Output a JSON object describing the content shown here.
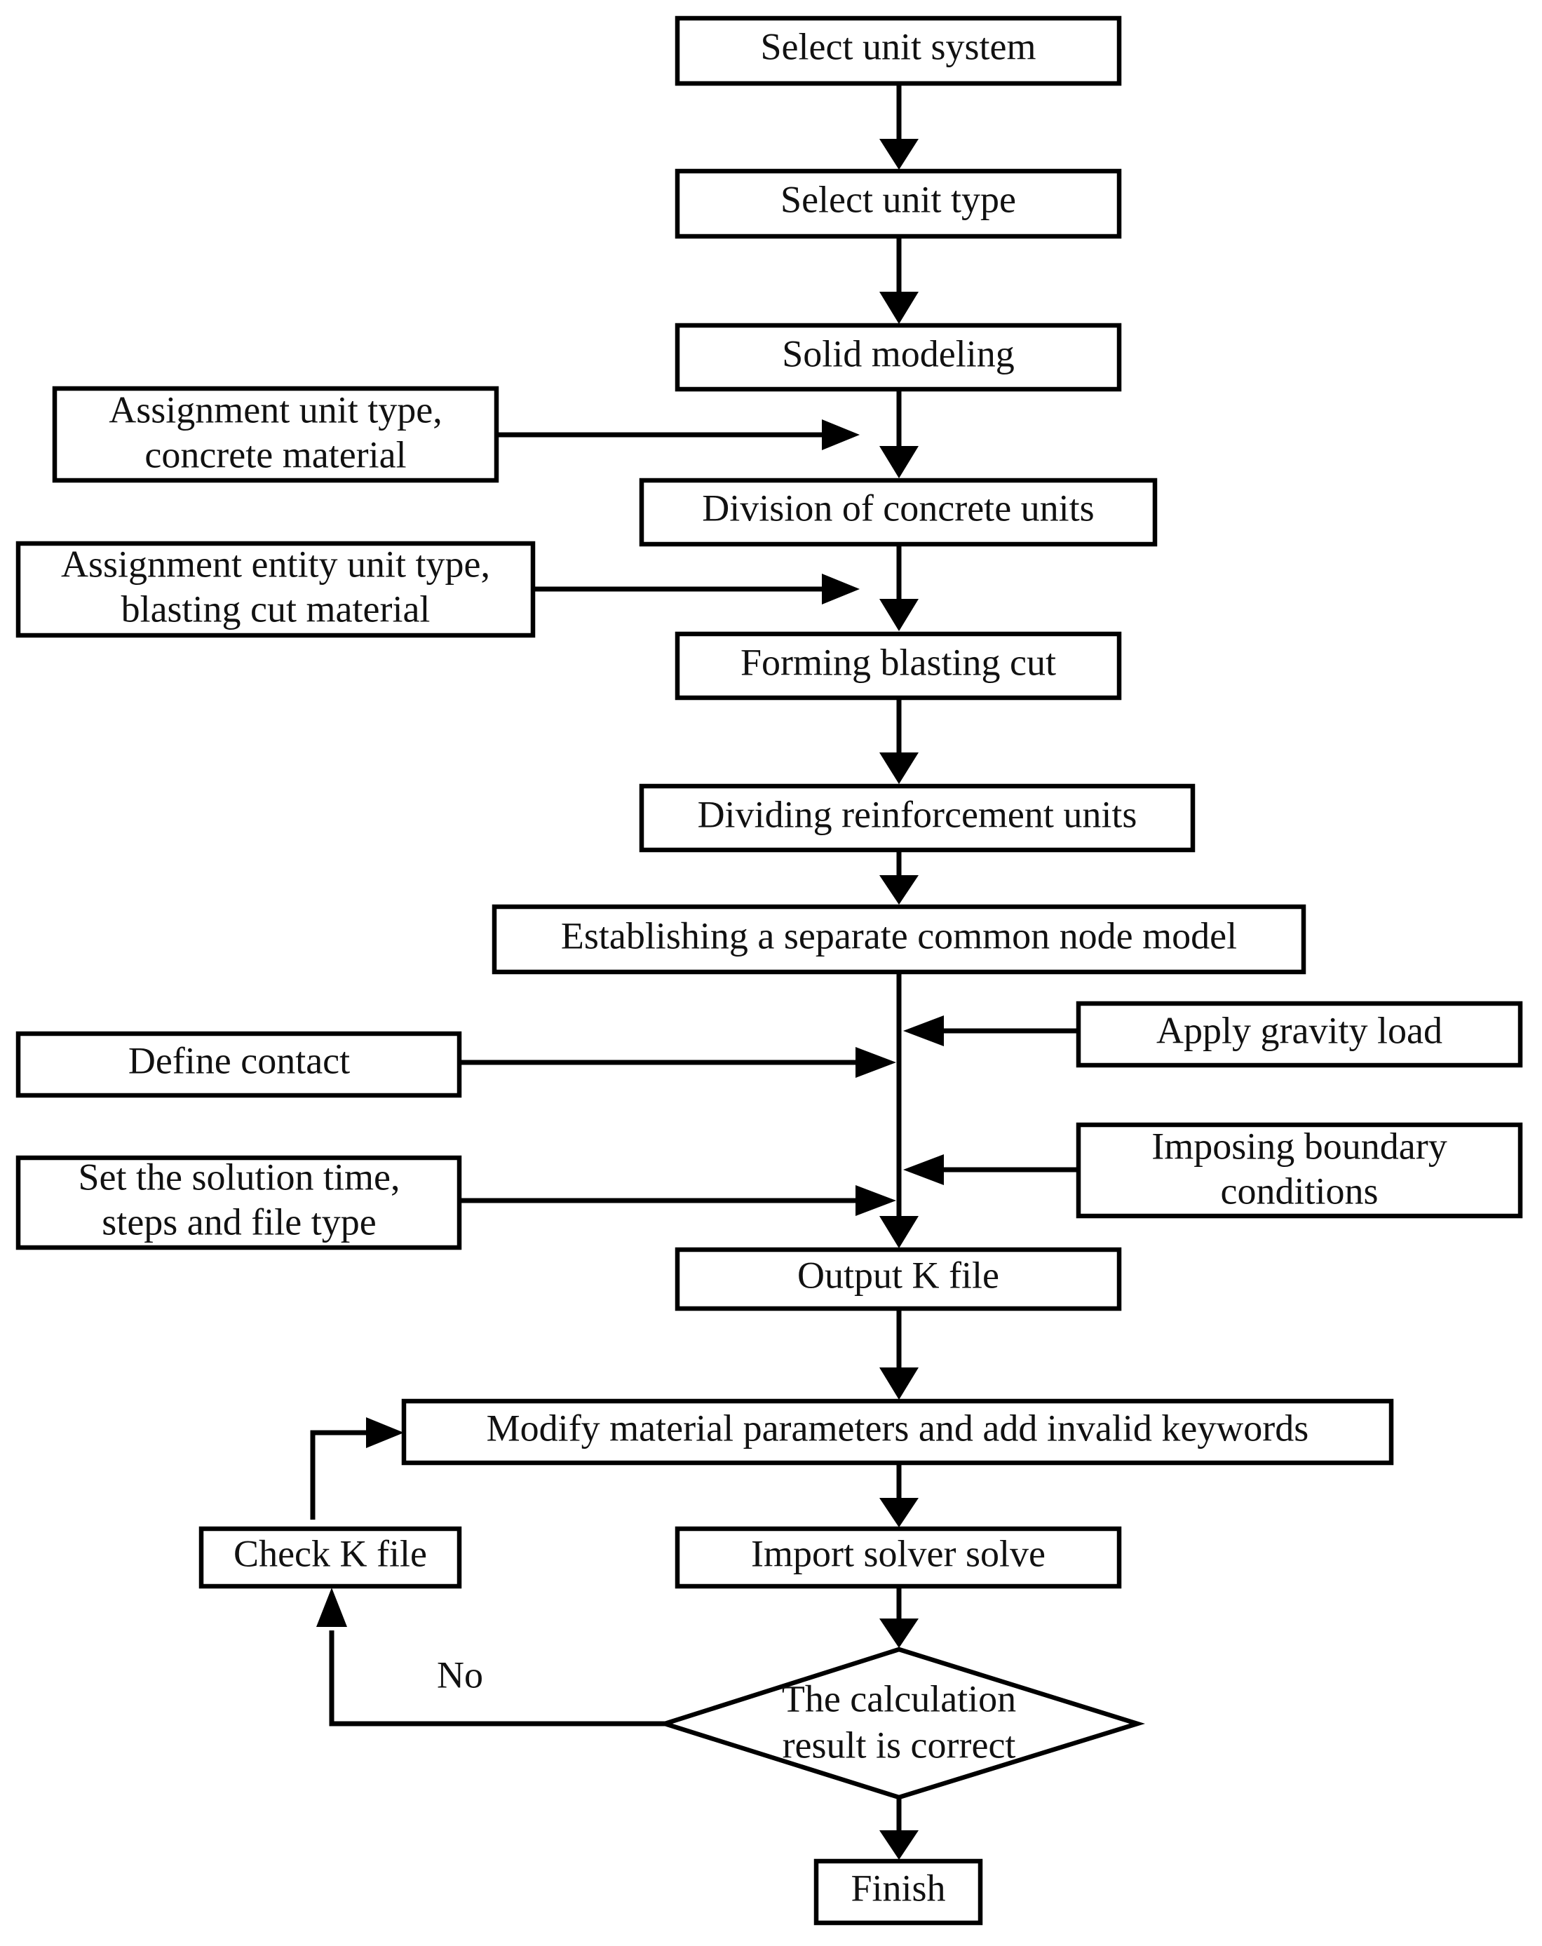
{
  "steps": {
    "select_unit_system": "Select unit system",
    "select_unit_type": "Select unit type",
    "solid_modeling": "Solid modeling",
    "division_concrete": "Division of concrete units",
    "forming_blasting_cut": "Forming blasting cut",
    "dividing_reinforcement": "Dividing reinforcement units",
    "common_node_model": "Establishing a separate common node model",
    "output_k_file": "Output K file",
    "modify_parameters": "Modify material parameters and add invalid keywords",
    "import_solver": "Import solver solve",
    "finish": "Finish"
  },
  "side_inputs": {
    "assign_concrete": [
      "Assignment unit type,",
      "concrete material"
    ],
    "assign_blasting": [
      "Assignment entity unit type,",
      "blasting cut material"
    ],
    "define_contact": "Define contact",
    "solution_time": [
      "Set the solution time,",
      "steps and file type"
    ],
    "gravity_load": "Apply gravity load",
    "boundary_conditions": [
      "Imposing boundary",
      "conditions"
    ]
  },
  "decision": {
    "text": [
      "The calculation",
      "result is correct"
    ],
    "no_label": "No"
  },
  "loop": {
    "check_k_file": "Check K file"
  }
}
